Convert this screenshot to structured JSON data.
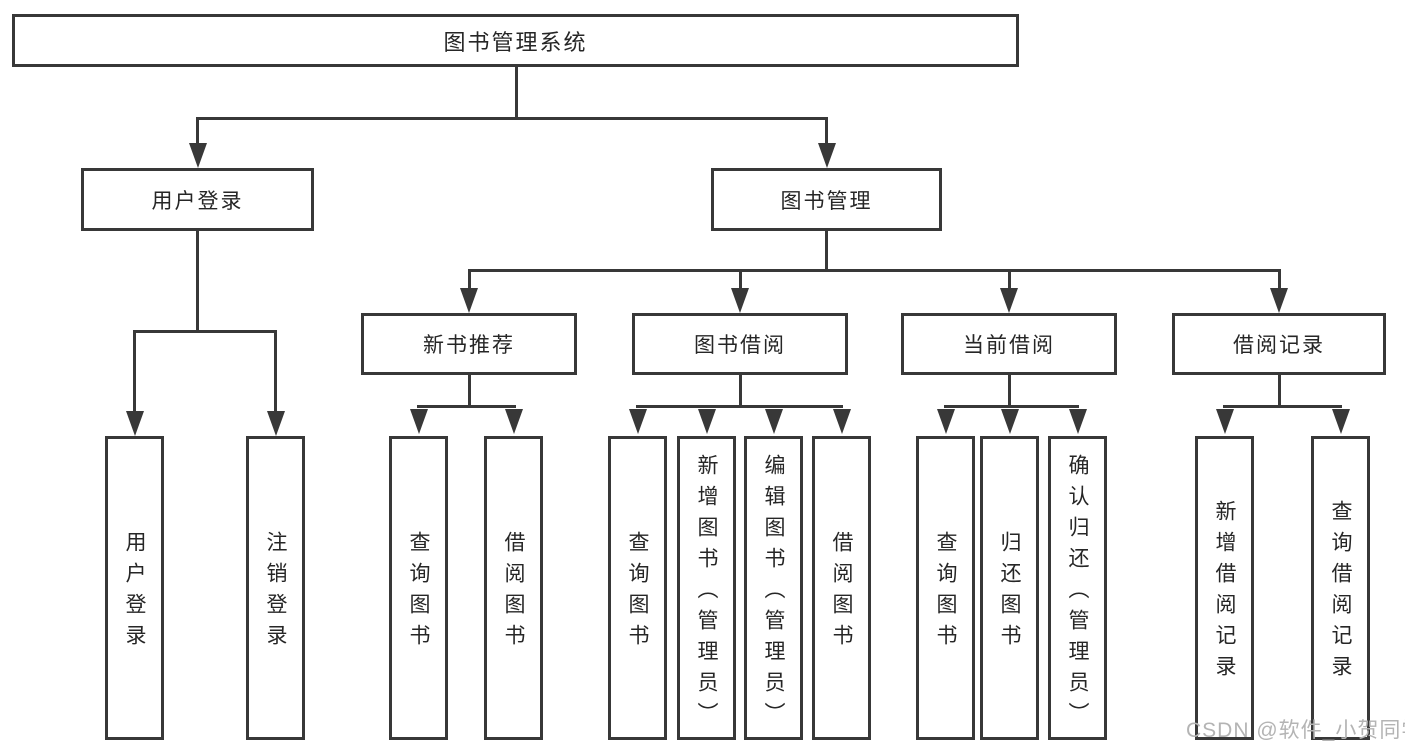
{
  "diagram": {
    "root": "图书管理系统",
    "level2": [
      {
        "label": "用户登录"
      },
      {
        "label": "图书管理"
      }
    ],
    "level3": [
      {
        "label": "新书推荐"
      },
      {
        "label": "图书借阅"
      },
      {
        "label": "当前借阅"
      },
      {
        "label": "借阅记录"
      }
    ],
    "leaves": {
      "user_login": [
        "用户登录",
        "注销登录"
      ],
      "new_book_rec": [
        "查询图书",
        "借阅图书"
      ],
      "book_borrow": [
        "查询图书",
        "新增图书（管理员）",
        "编辑图书（管理员）",
        "借阅图书"
      ],
      "current_borrow": [
        "查询图书",
        "归还图书",
        "确认归还（管理员）"
      ],
      "borrow_records": [
        "新增借阅记录",
        "查询借阅记录"
      ]
    }
  },
  "watermark": "CSDN @软件_小贺同学",
  "colors": {
    "line": "#383838",
    "text": "#262626",
    "watermark": "#b4b4b4",
    "background": "#ffffff"
  }
}
